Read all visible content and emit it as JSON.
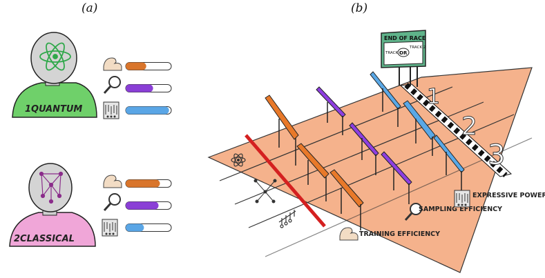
{
  "panels": {
    "a": "(a)",
    "b": "(b)"
  },
  "figures": {
    "quantum": {
      "label": "1QUANTUM",
      "color": "#6fd06a"
    },
    "classical": {
      "label": "2CLASSICAL",
      "color": "#f0a6d8"
    }
  },
  "bars": {
    "quantum": [
      {
        "metric": "training",
        "icon": "flexed-arm-icon",
        "fraction": 0.45,
        "color": "#d9752b"
      },
      {
        "metric": "sampling",
        "icon": "magnifier-icon",
        "fraction": 0.6,
        "color": "#8a3fd6"
      },
      {
        "metric": "expressive",
        "icon": "circuit-board-icon",
        "fraction": 0.95,
        "color": "#5aa6e6"
      }
    ],
    "classical": [
      {
        "metric": "training",
        "icon": "flexed-arm-icon",
        "fraction": 0.75,
        "color": "#d9752b"
      },
      {
        "metric": "sampling",
        "icon": "magnifier-icon",
        "fraction": 0.72,
        "color": "#8a3fd6"
      },
      {
        "metric": "expressive",
        "icon": "circuit-board-icon",
        "fraction": 0.4,
        "color": "#5aa6e6"
      }
    ]
  },
  "sign": {
    "title": "END OF RACE",
    "left": "TRACK 1",
    "middle": "OR",
    "right": "TRACK 2"
  },
  "lanes": [
    "1",
    "2",
    "3"
  ],
  "legend": {
    "training": "TRAINING EFFICIENCY",
    "sampling": "SAMPLING EFFICIENCY",
    "expressive": "EXPRESSIVE POWER"
  },
  "colors": {
    "track": "#f5b28c",
    "start_line": "#d42020",
    "orange": "#e8792a",
    "purple": "#8e3fe0",
    "blue": "#5aa8e6",
    "sign_green": "#5fb38a"
  }
}
